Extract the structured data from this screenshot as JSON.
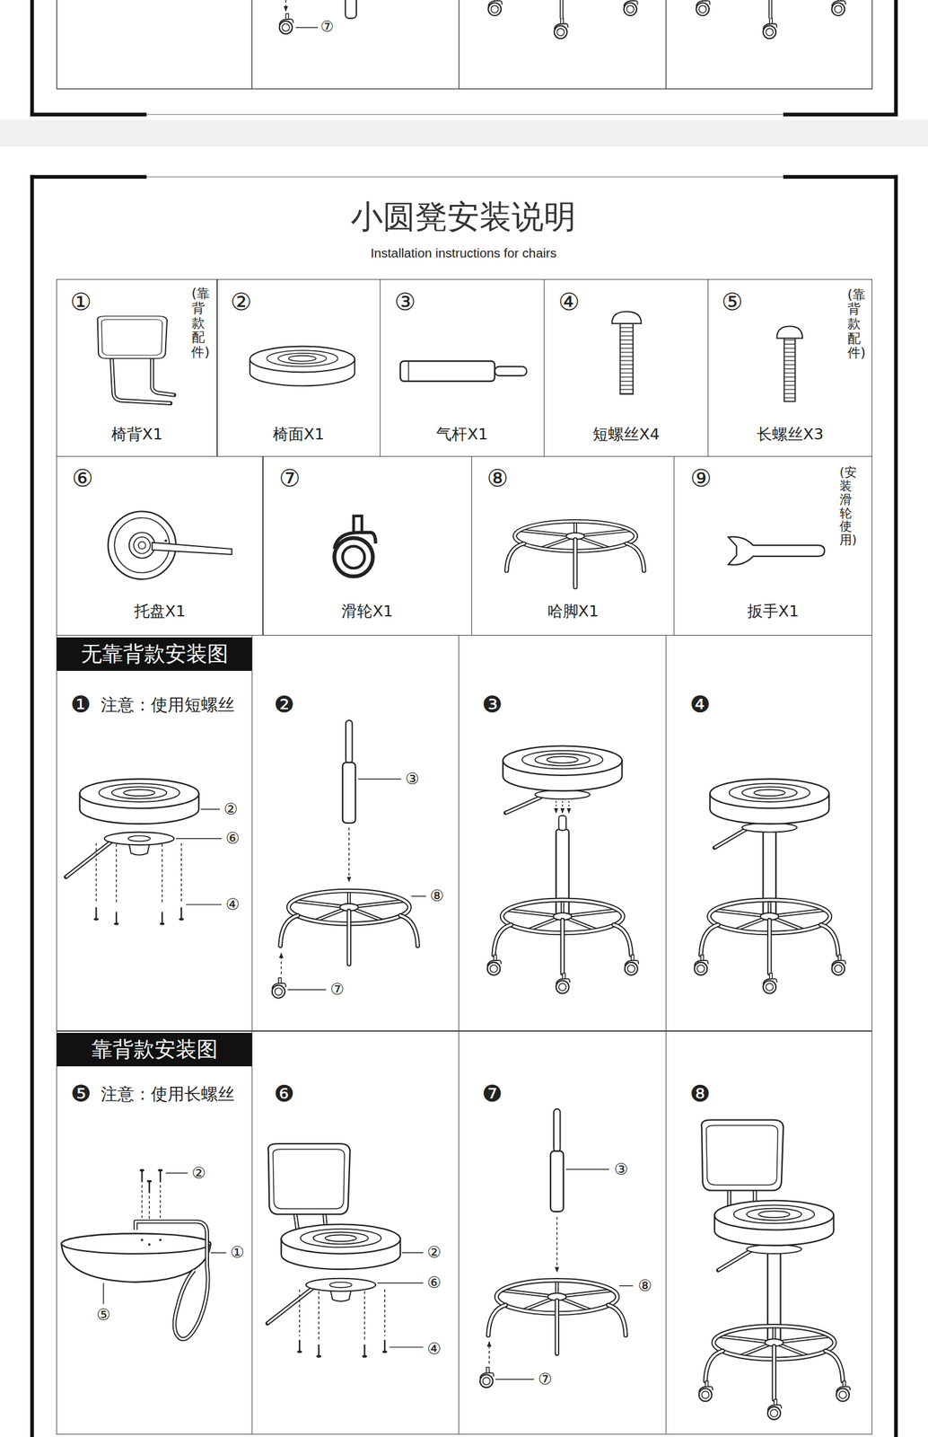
{
  "diagram": {
    "title": "小圆凳安装说明",
    "nodes": [
      {
        "text": [
          "①",
          "椅背X1",
          "(靠背款配件)"
        ]
      },
      {
        "text": [
          "②",
          "椅面X1"
        ]
      },
      {
        "text": [
          "③",
          "气杆X1"
        ]
      },
      {
        "text": [
          "④",
          "短螺丝X4"
        ]
      },
      {
        "text": [
          "⑤",
          "长螺丝X3",
          "(靠背款配件)"
        ]
      },
      {
        "text": [
          "⑥",
          "托盘X1"
        ]
      },
      {
        "text": [
          "⑦",
          "滑轮X1"
        ]
      },
      {
        "text": [
          "⑧",
          "哈脚X1"
        ]
      },
      {
        "text": [
          "⑨",
          "扳手X1",
          "(安装滑轮使用)"
        ]
      },
      {
        "text": [
          "❶",
          "注意：使用短螺丝"
        ]
      },
      {
        "text": [
          "无靠背款安装图"
        ],
        "in": 9
      },
      {
        "text": [
          "❷"
        ]
      },
      {
        "text": [
          "❸"
        ]
      },
      {
        "text": [
          "❹"
        ]
      },
      {
        "text": [
          "❺",
          "注意：使用长螺丝"
        ]
      },
      {
        "text": [
          "靠背款安装图"
        ],
        "in": 14
      },
      {
        "text": [
          "❻"
        ]
      },
      {
        "text": [
          "❼"
        ]
      },
      {
        "text": [
          "❽"
        ]
      }
    ],
    "labels": [
      "⑦",
      "Installation instructions for chairs",
      "②",
      "⑥",
      "④",
      "③",
      "⑧",
      "⑦",
      "②",
      "①",
      "⑤",
      "②",
      "⑥",
      "④",
      "③",
      "⑧",
      "⑦"
    ]
  }
}
